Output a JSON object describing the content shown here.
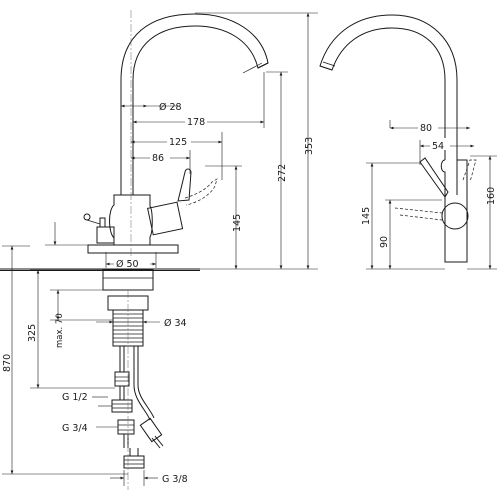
{
  "dimensions": {
    "d28": "Ø 28",
    "w178": "178",
    "w125": "125",
    "w86": "86",
    "h145_front": "145",
    "h272": "272",
    "h353": "353",
    "d50": "Ø 50",
    "w80": "80",
    "w54": "54",
    "h145_side": "145",
    "h90": "90",
    "h160": "160",
    "h325": "325",
    "max70": "max. 70",
    "h870": "870",
    "d34": "Ø 34",
    "g12": "G 1/2",
    "g34": "G 3/4",
    "g38": "G 3/8"
  }
}
